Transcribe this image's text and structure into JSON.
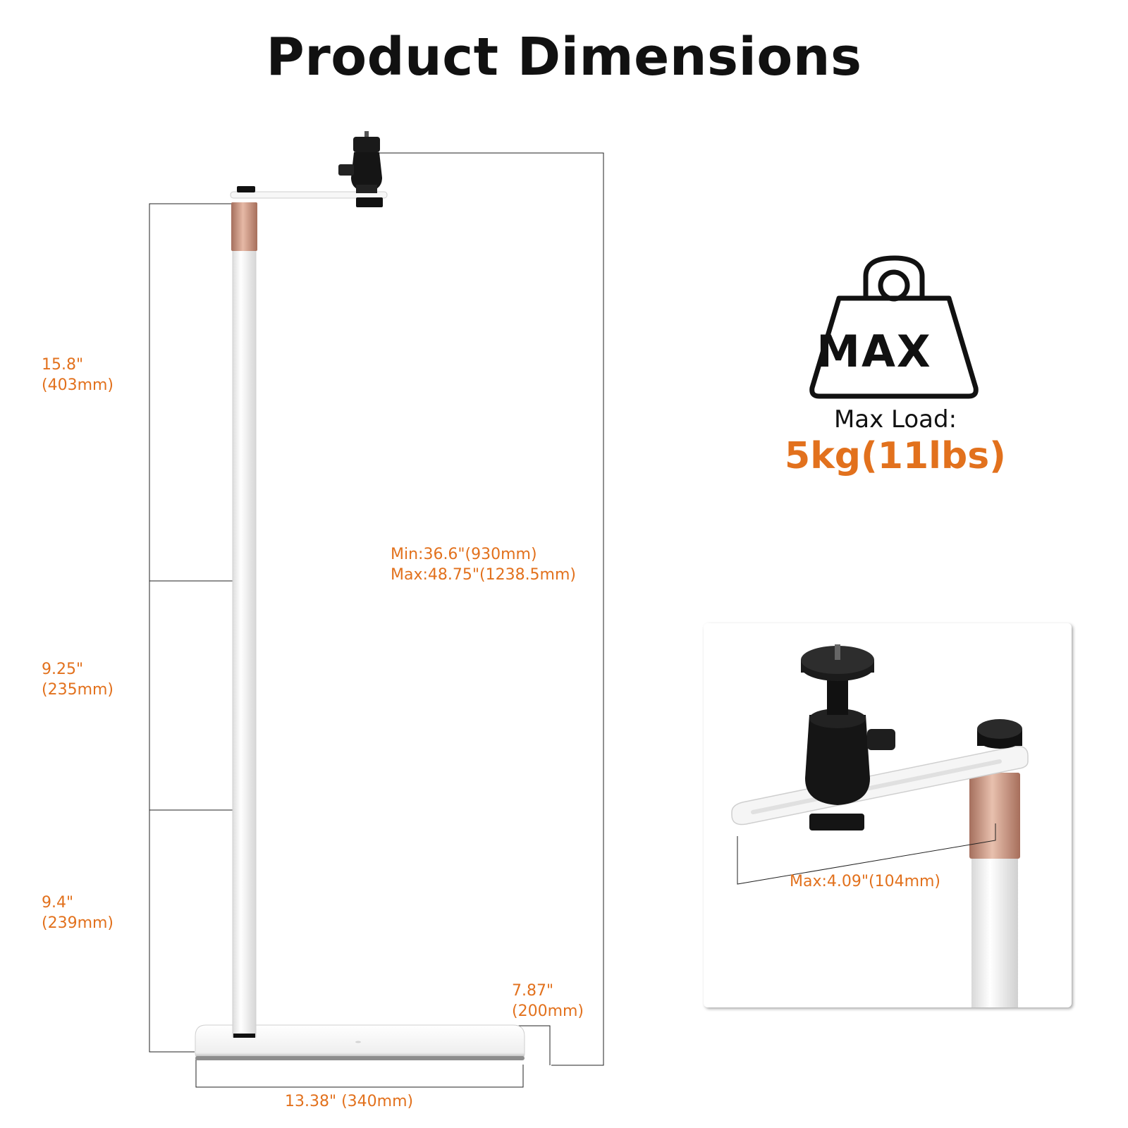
{
  "title": "Product Dimensions",
  "dimensions": {
    "upper_pole": {
      "in": "15.8\"",
      "mm": "(403mm)"
    },
    "middle_pole": {
      "in": "9.25\"",
      "mm": "(235mm)"
    },
    "lower_pole": {
      "in": "9.4\"",
      "mm": "(239mm)"
    },
    "total_height": {
      "min": "Min:36.6\"(930mm)",
      "max": "Max:48.75\"(1238.5mm)"
    },
    "base_depth": {
      "in": "7.87\"",
      "mm": "(200mm)"
    },
    "base_width": "13.38\" (340mm)",
    "arm_length": "Max:4.09\"(104mm)"
  },
  "load": {
    "icon_text": "MAX",
    "label": "Max Load:",
    "value": "5kg(11lbs)"
  },
  "colors": {
    "accent": "#e2711d",
    "text": "#111111",
    "rose_gold": "#c9917a",
    "pole": "#f4f4f4"
  }
}
